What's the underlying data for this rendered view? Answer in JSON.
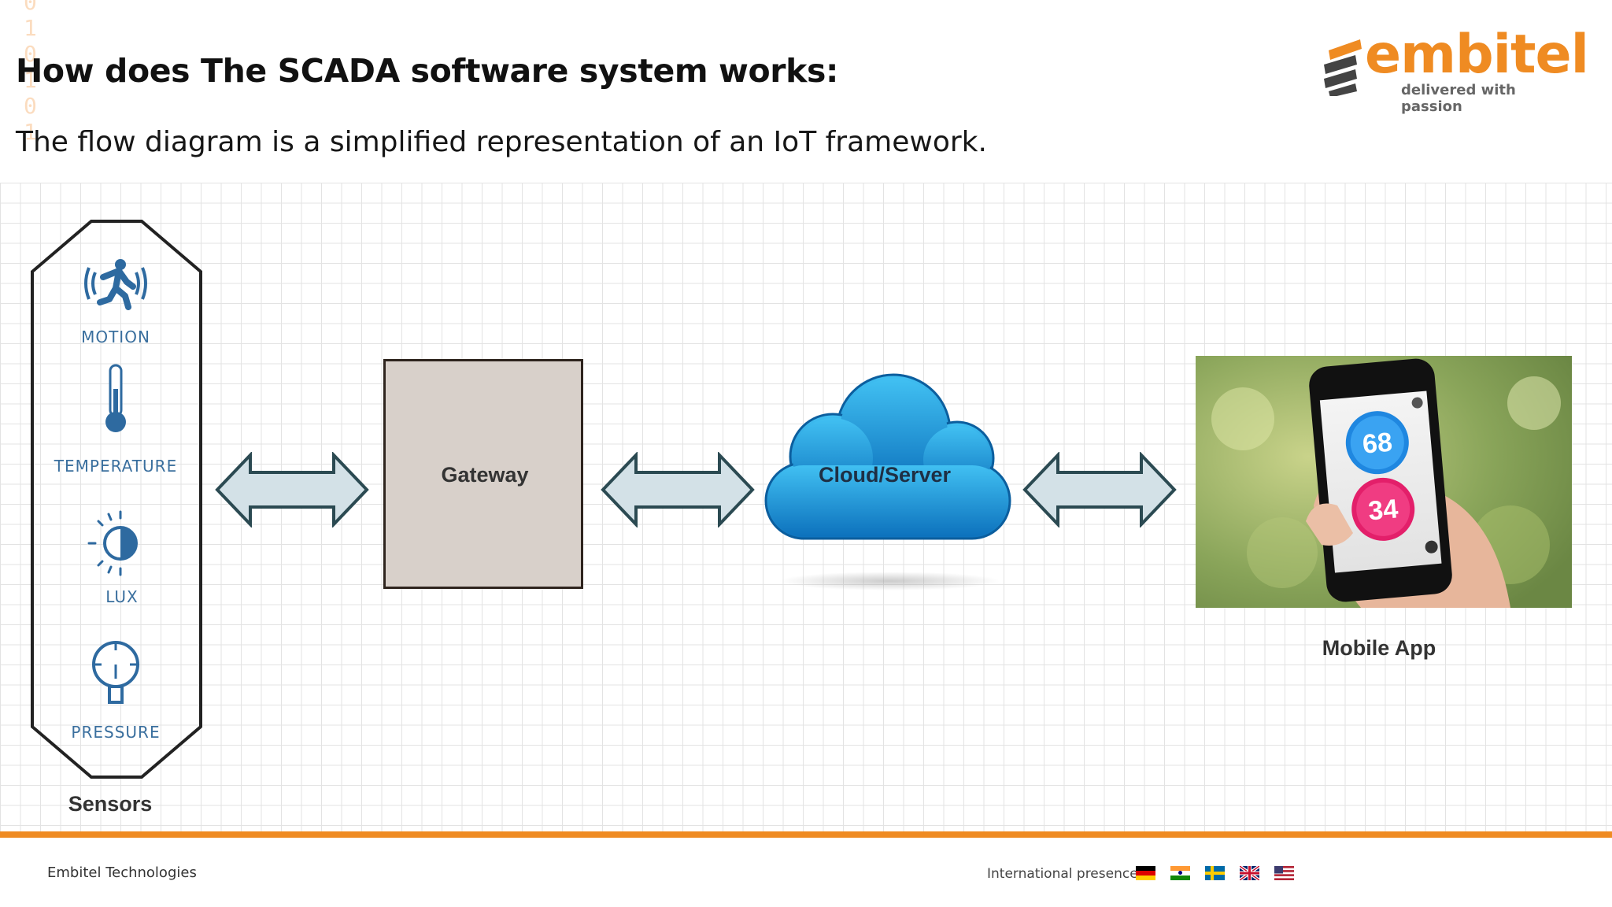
{
  "slide": {
    "title": "How does The SCADA software system works:",
    "subtitle": "The flow diagram is a simplified representation of an IoT framework.",
    "decoration_binary": "0\n1\n0\n1\n0\n1"
  },
  "logo": {
    "word": "embitel",
    "tagline": "delivered with passion",
    "color": "#ef8b22"
  },
  "diagram": {
    "sensors": {
      "group_label": "Sensors",
      "items": [
        {
          "label": "MOTION",
          "icon": "motion-icon"
        },
        {
          "label": "TEMPERATURE",
          "icon": "thermometer-icon"
        },
        {
          "label": "LUX",
          "icon": "lux-icon"
        },
        {
          "label": "PRESSURE",
          "icon": "pressure-gauge-icon"
        }
      ]
    },
    "gateway": {
      "label": "Gateway",
      "color": "#d8d0ca"
    },
    "cloud": {
      "label": "Cloud/Server",
      "color": "#1e90d8"
    },
    "mobile_app": {
      "label": "Mobile App",
      "reading_top": "68",
      "reading_bottom": "34"
    },
    "arrow_color": "#d3e1e7"
  },
  "footer": {
    "company": "Embitel Technologies",
    "presence_label": "International presence:",
    "flags": [
      "germany-flag-icon",
      "india-flag-icon",
      "sweden-flag-icon",
      "uk-flag-icon",
      "usa-flag-icon"
    ]
  }
}
